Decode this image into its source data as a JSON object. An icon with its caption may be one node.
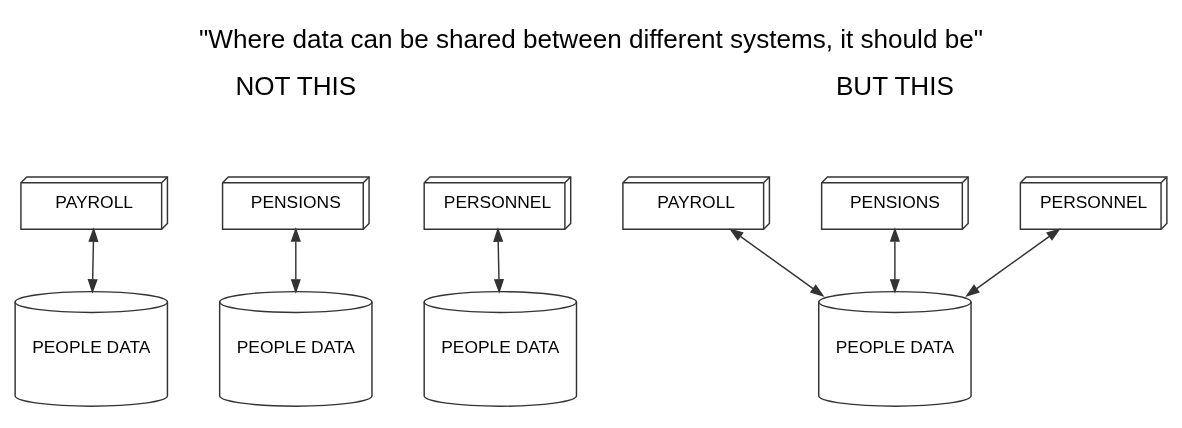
{
  "diagram": {
    "title": "\"Where data can be shared between different systems, it should be\"",
    "nodes": [
      {
        "text": [
          "PAYROLL"
        ]
      },
      {
        "text": [
          "PENSIONS"
        ]
      },
      {
        "text": [
          "PERSONNEL"
        ]
      },
      {
        "text": [
          "PEOPLE DATA"
        ]
      },
      {
        "text": [
          "PEOPLE DATA"
        ]
      },
      {
        "text": [
          "PEOPLE DATA"
        ]
      },
      {
        "text": [
          "PAYROLL"
        ]
      },
      {
        "text": [
          "PENSIONS"
        ]
      },
      {
        "text": [
          "PERSONNEL"
        ]
      },
      {
        "text": [
          "PEOPLE DATA"
        ]
      }
    ],
    "edges": [
      {
        "from": 0,
        "to": 3,
        "arrow": "both"
      },
      {
        "from": 1,
        "to": 4,
        "arrow": "both"
      },
      {
        "from": 2,
        "to": 5,
        "arrow": "both"
      },
      {
        "from": 6,
        "to": 9,
        "arrow": "both"
      },
      {
        "from": 7,
        "to": 9,
        "arrow": "both"
      },
      {
        "from": 8,
        "to": 9,
        "arrow": "both"
      }
    ],
    "labels": [
      "NOT THIS",
      "BUT THIS"
    ]
  }
}
